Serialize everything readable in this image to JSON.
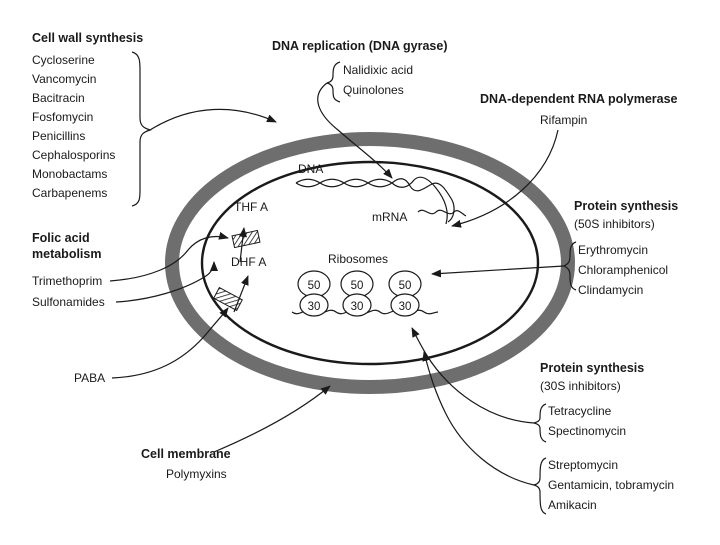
{
  "cell_wall": {
    "heading": "Cell wall synthesis",
    "drugs": [
      "Cycloserine",
      "Vancomycin",
      "Bacitracin",
      "Fosfomycin",
      "Penicillins",
      "Cephalosporins",
      "Monobactams",
      "Carbapenems"
    ]
  },
  "dna_replication": {
    "heading": "DNA replication (DNA gyrase)",
    "drugs": [
      "Nalidixic acid",
      "Quinolones"
    ]
  },
  "rna_polymerase": {
    "heading": "DNA-dependent RNA polymerase",
    "drugs": [
      "Rifampin"
    ]
  },
  "protein_50s": {
    "heading": "Protein synthesis",
    "subheading": "(50S inhibitors)",
    "drugs": [
      "Erythromycin",
      "Chloramphenicol",
      "Clindamycin"
    ]
  },
  "folic_acid": {
    "heading_line1": "Folic acid",
    "heading_line2": "metabolism",
    "drugs": [
      "Trimethoprim",
      "Sulfonamides"
    ]
  },
  "paba": "PABA",
  "protein_30s": {
    "heading": "Protein synthesis",
    "subheading": "(30S inhibitors)",
    "group1": [
      "Tetracycline",
      "Spectinomycin"
    ],
    "group2": [
      "Streptomycin",
      "Gentamicin, tobramycin",
      "Amikacin"
    ]
  },
  "cell_membrane": {
    "heading": "Cell membrane",
    "drugs": [
      "Polymyxins"
    ]
  },
  "cell_labels": {
    "dna": "DNA",
    "mrna": "mRNA",
    "thf": "THF A",
    "dhf": "DHF A",
    "ribosomes": "Ribosomes",
    "large_subunit": "50",
    "small_subunit": "30"
  }
}
